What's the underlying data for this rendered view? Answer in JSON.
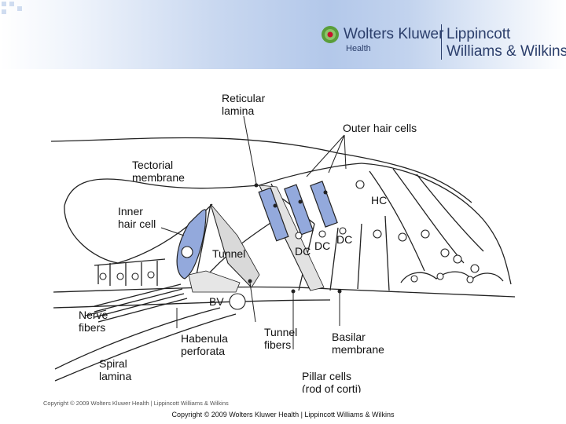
{
  "header": {
    "brand_primary": "Wolters Kluwer",
    "brand_primary_sub": "Health",
    "brand_secondary_line1": "Lippincott",
    "brand_secondary_line2": "Williams & Wilkins",
    "logo_icon": "wolters-kluwer-globe-icon",
    "colors": {
      "banner_accent": "#b3c8ea",
      "brand_text": "#2b3e6b",
      "logo_green": "#5a9e3a",
      "logo_red": "#c8102e"
    }
  },
  "diagram": {
    "labels": {
      "reticular_lamina_1": "Reticular",
      "reticular_lamina_2": "lamina",
      "outer_hair_cells": "Outer hair cells",
      "tectorial_membrane_1": "Tectorial",
      "tectorial_membrane_2": "membrane",
      "inner_hair_cell_1": "Inner",
      "inner_hair_cell_2": "hair cell",
      "hc": "HC",
      "dc": "DC",
      "tunnel": "Tunnel",
      "bv": "BV",
      "nerve_fibers_1": "Nerve",
      "nerve_fibers_2": "fibers",
      "habenula_perforata_1": "Habenula",
      "habenula_perforata_2": "perforata",
      "tunnel_fibers_1": "Tunnel",
      "tunnel_fibers_2": "fibers",
      "basilar_membrane_1": "Basilar",
      "basilar_membrane_2": "membrane",
      "spiral_lamina_1": "Spiral",
      "spiral_lamina_2": "lamina",
      "pillar_cells_1": "Pillar cells",
      "pillar_cells_2": "(rod of corti)"
    },
    "colors": {
      "hair_cell_fill": "#93a9dc",
      "line": "#222222"
    }
  },
  "footer": {
    "small_copyright": "Copyright © 2009 Wolters Kluwer Health | Lippincott Williams & Wilkins",
    "copyright": "Copyright © 2009 Wolters Kluwer Health | Lippincott Williams & Wilkins"
  }
}
